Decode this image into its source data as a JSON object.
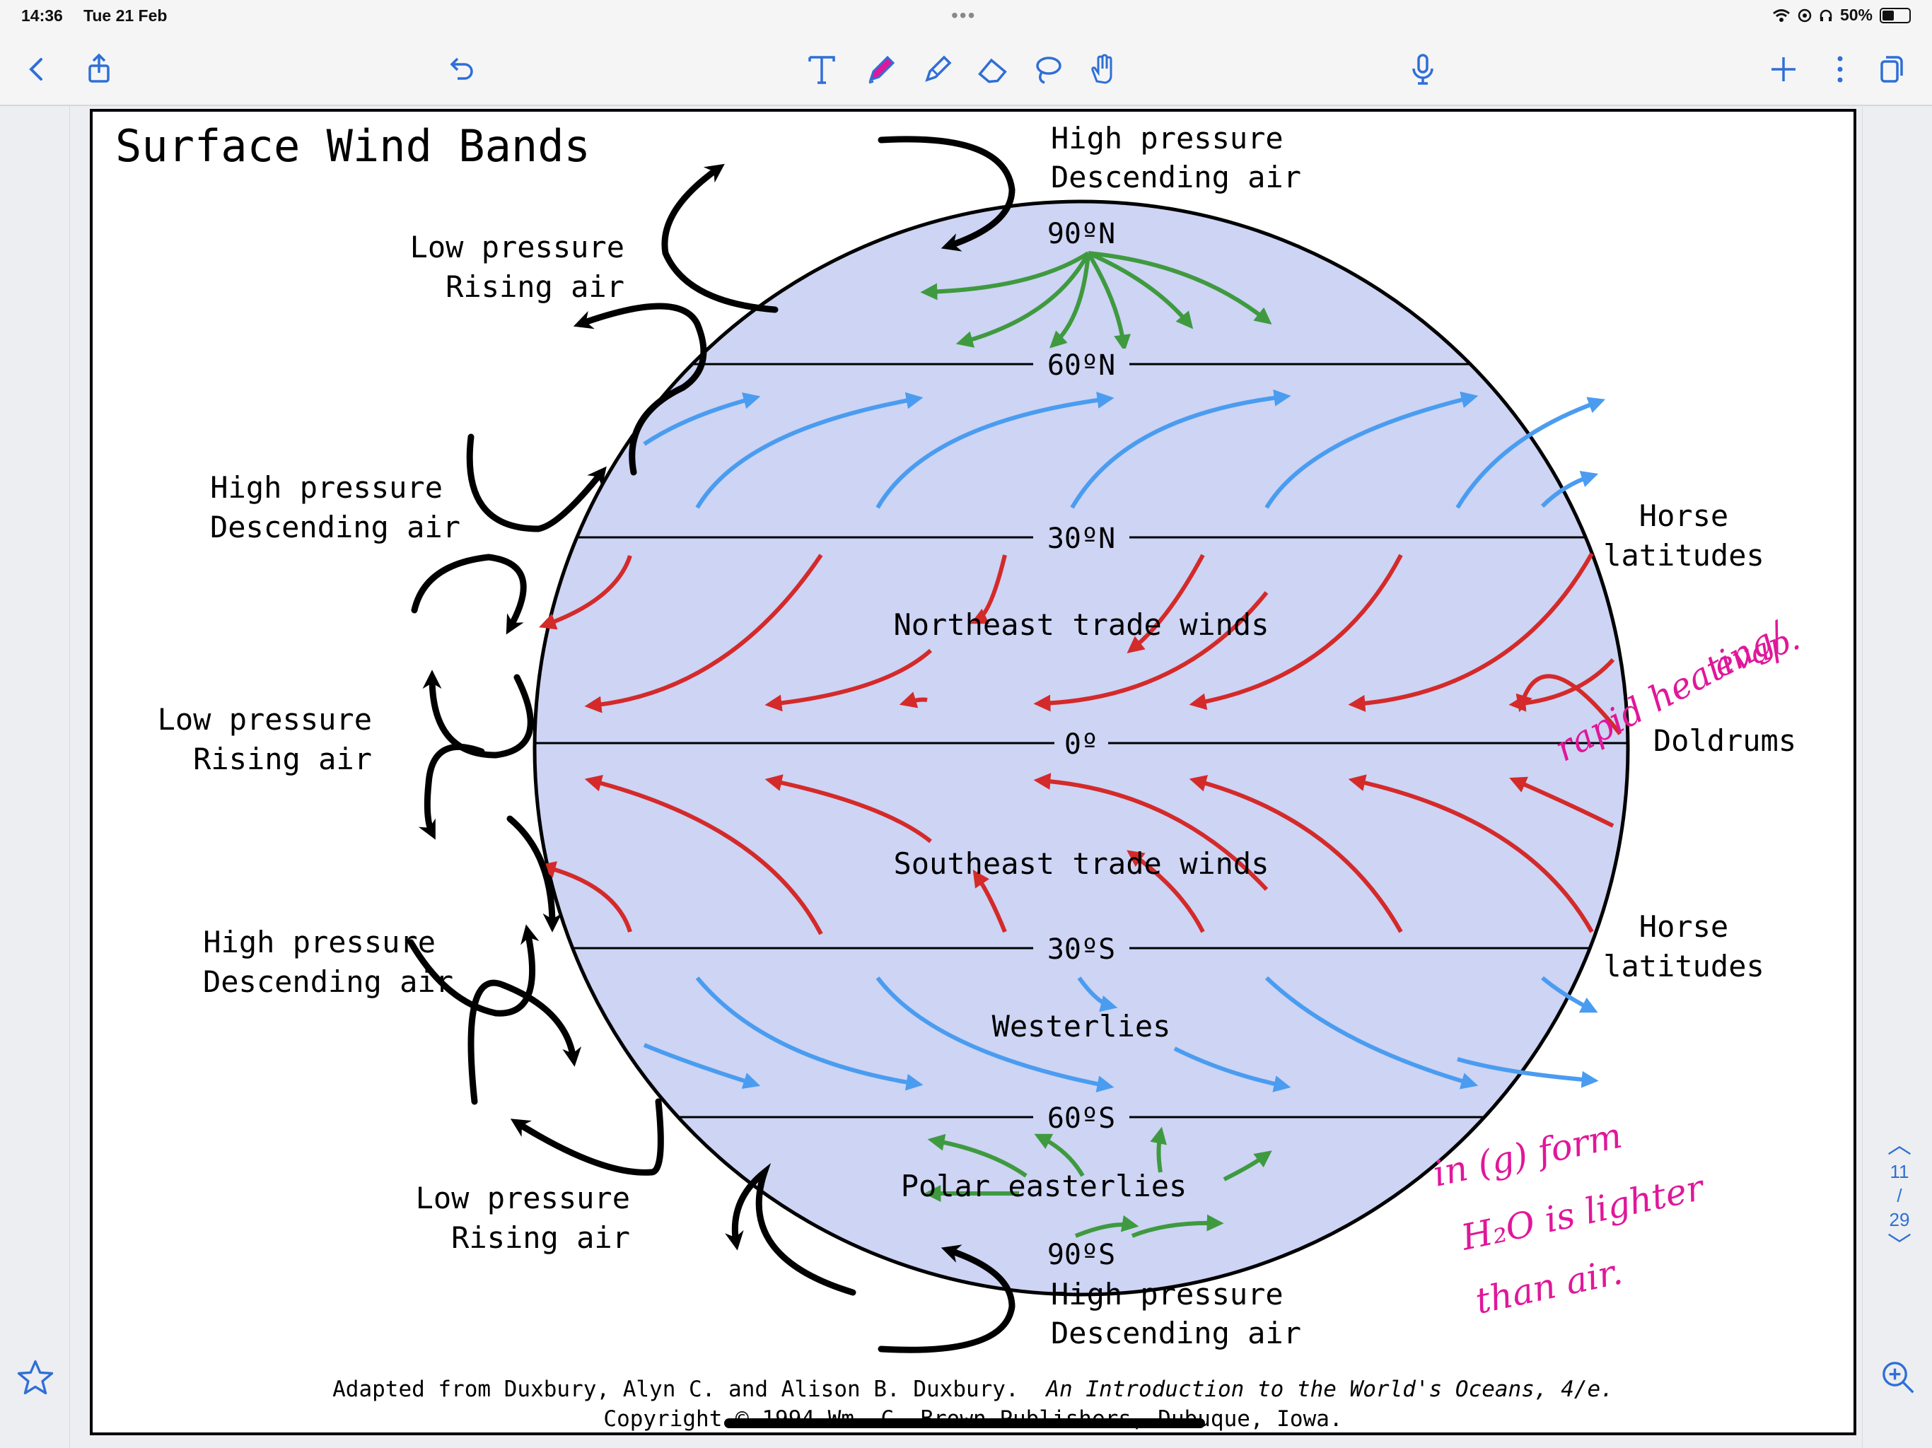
{
  "status": {
    "time": "14:36",
    "date": "Tue 21 Feb",
    "battery": "50%",
    "battery_level": 0.5
  },
  "toolbar": {
    "left": [
      "back-icon",
      "share-icon",
      "undo-icon"
    ],
    "tools": [
      "text-tool-icon",
      "pen-icon",
      "highlighter-icon",
      "eraser-icon",
      "lasso-icon",
      "hand-icon"
    ],
    "right": [
      "microphone-icon",
      "add-icon",
      "more-icon",
      "pages-icon"
    ],
    "colors": {
      "accent": "#2f6fd6",
      "pen_active": "#e0179a"
    }
  },
  "page_nav": {
    "current": "11",
    "separator": "/",
    "total": "29"
  },
  "diagram": {
    "title": "Surface Wind Bands",
    "latitudes": [
      "90ºN",
      "60ºN",
      "30ºN",
      "0º",
      "30ºS",
      "60ºS",
      "90ºS"
    ],
    "left_labels": [
      {
        "line1": "Low pressure",
        "line2": "Rising air"
      },
      {
        "line1": "High pressure",
        "line2": "Descending air"
      },
      {
        "line1": "Low pressure",
        "line2": "Rising air"
      },
      {
        "line1": "High pressure",
        "line2": "Descending air"
      },
      {
        "line1": "Low pressure",
        "line2": "Rising air"
      }
    ],
    "pole_labels": {
      "north": {
        "line1": "High pressure",
        "line2": "Descending air"
      },
      "south": {
        "line1": "High pressure",
        "line2": "Descending air"
      }
    },
    "right_labels": {
      "horse_north": {
        "line1": "Horse",
        "line2": "latitudes"
      },
      "doldrums": "Doldrums",
      "horse_south": {
        "line1": "Horse",
        "line2": "latitudes"
      }
    },
    "wind_names": {
      "ne_trades": "Northeast trade winds",
      "se_trades": "Southeast trade winds",
      "westerlies": "Westerlies",
      "polar": "Polar easterlies"
    },
    "credit": {
      "line1_a": "Adapted from Duxbury, Alyn C. and Alison B. Duxbury.",
      "line1_b": "An Introduction to the World's Oceans, 4/e.",
      "line2": "Copyright © 1994 Wm. C. Brown Publishers, Dubuque, Iowa."
    },
    "colors": {
      "globe": "#cdd4f4",
      "trade_winds": "#d42a2a",
      "westerlies": "#4a9cf0",
      "polar": "#3f9a3f",
      "ink": "#e0179a"
    }
  },
  "handwriting": {
    "note1": [
      "rapid heating/",
      "evap."
    ],
    "note2": [
      "in (g) form",
      "H₂O is lighter",
      "than air."
    ]
  }
}
